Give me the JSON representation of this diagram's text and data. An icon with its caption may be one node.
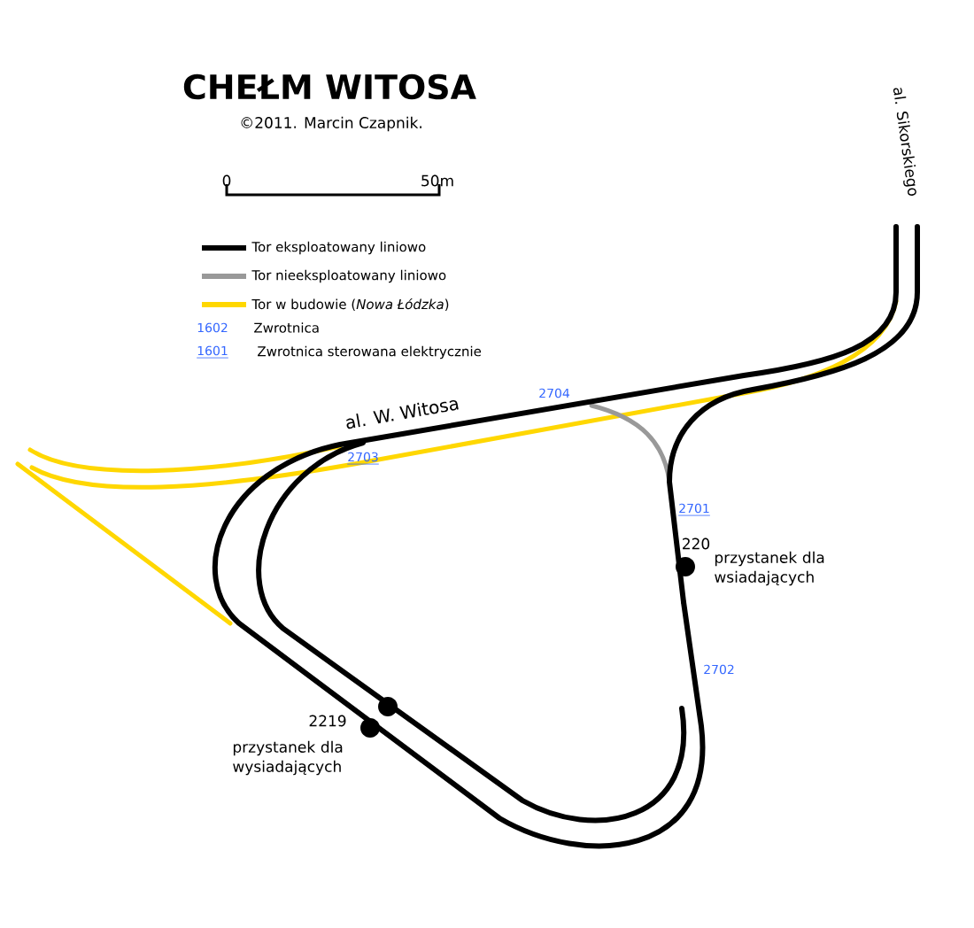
{
  "diagram": {
    "title": "CHEŁM WITOSA",
    "labels": [
      "©2011. Marcin Czapnik.",
      "0",
      "50m",
      "1602",
      "1601",
      "al. Sikorskiego",
      "al. W. Witosa",
      "2704",
      "2703",
      "2701",
      "220",
      "przystanek dla wsiadających",
      "2702",
      "2219",
      "przystanek dla wysiadających"
    ],
    "legend": [
      {
        "text": "Tor eksploatowany liniowo"
      },
      {
        "text": "Tor nieeksploatowany liniowo"
      },
      {
        "text": "Tor w budowie (*Nowa Łódzka*)"
      },
      {
        "text": "Zwrotnica"
      },
      {
        "text": "Zwrotnica sterowana elektrycznie"
      }
    ]
  }
}
